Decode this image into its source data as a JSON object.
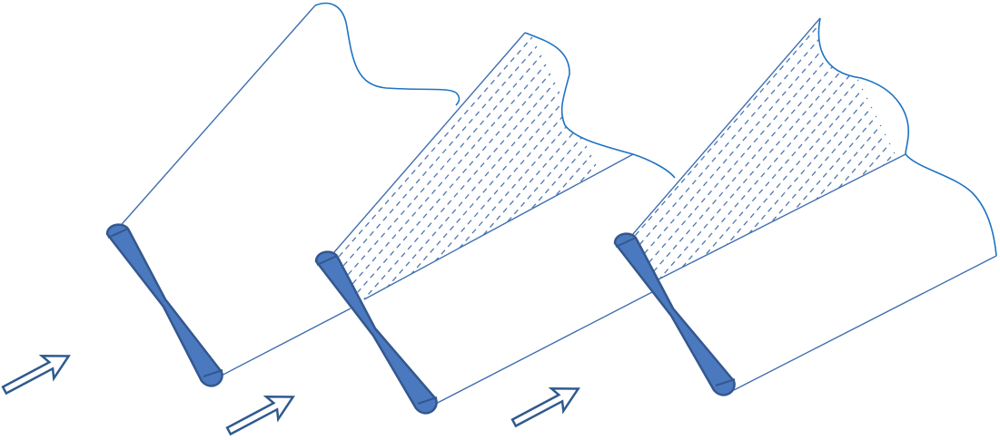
{
  "figure": {
    "panel_count": 3,
    "arrow_count": 3,
    "colors": {
      "background": "#ffffff",
      "line": "#3f6fb0",
      "wave": "#1f73c2",
      "blade_fill": "#4a79bf",
      "blade_stroke": "#34578d",
      "hatch": "#4d77b0",
      "arrow_stroke": "#2f5a8f"
    },
    "panels": [
      {
        "id": "panel-1",
        "hatched": false
      },
      {
        "id": "panel-2",
        "hatched": true
      },
      {
        "id": "panel-3",
        "hatched": true
      }
    ],
    "icons": [
      "flow-arrow-icon",
      "rotor-blade-icon"
    ]
  }
}
